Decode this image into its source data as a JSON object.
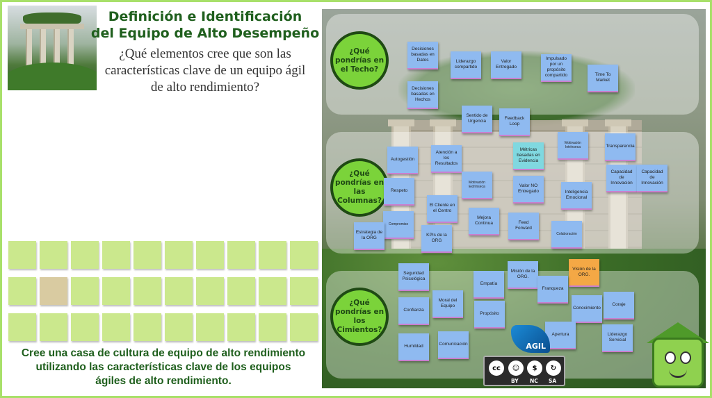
{
  "header": {
    "title_line1": "Definición e Identificación",
    "title_line2": "del Equipo de Alto Desempeño",
    "question": "¿Qué elementos cree que son las características clave de un equipo ágil de alto rendimiento?"
  },
  "instruction": "Cree una casa de cultura de equipo de alto rendimiento utilizando las características clave de los equipos ágiles de alto rendimiento.",
  "sections": {
    "roof": "¿Qué pondrías en el Techo?",
    "columns": "¿Qué pondrías en las Columnas?",
    "foundation": "¿Qué pondrías en los Cimientos?"
  },
  "notes": {
    "roof": [
      "Decisiones basadas en Datos",
      "Liderazgo compartido",
      "Valor Entregado",
      "Impulsado por un propósito compartido",
      "Time To Market",
      "Decisiones basadas en Hechos",
      "Sentido de Urgencia",
      "Feedback Loop"
    ],
    "columns": [
      "Motivación Intrínseca",
      "Transparencia",
      "Autogestión",
      "Atención a los Resultados",
      "Métricas basadas en Evidencia",
      "Capacidad de Innovación",
      "Capacidad de Innovación",
      "Motivación Extrínseca",
      "Valor NO Entregado",
      "Respeto",
      "Inteligencia Emocional",
      "El Cliente en el Centro",
      "Mejora Continua",
      "Feed Forward",
      "Compromiso",
      "Estrategia de la ORG",
      "KPIs de la ORG",
      "Colaboración"
    ],
    "foundation": [
      "Misión de la ORG.",
      "Visión de la ORG.",
      "Seguridad Psicológica",
      "Empatía",
      "Franqueza",
      "Confianza",
      "Moral del Equipo",
      "Propósito",
      "Conocimiento",
      "Coraje",
      "Humildad",
      "Comunicación",
      "Apertura",
      "Liderazgo Servicial"
    ]
  },
  "badge": {
    "brand": "AGIL",
    "license": [
      "BY",
      "NC",
      "SA"
    ]
  },
  "colors": {
    "title": "#1f5f1d",
    "sticky_blank": "#cbe88d",
    "sticky_blue": "#8fbaf0",
    "sticky_teal": "#80d8e0",
    "sticky_orange": "#f4a845",
    "section_circle": "#7bd33a"
  }
}
